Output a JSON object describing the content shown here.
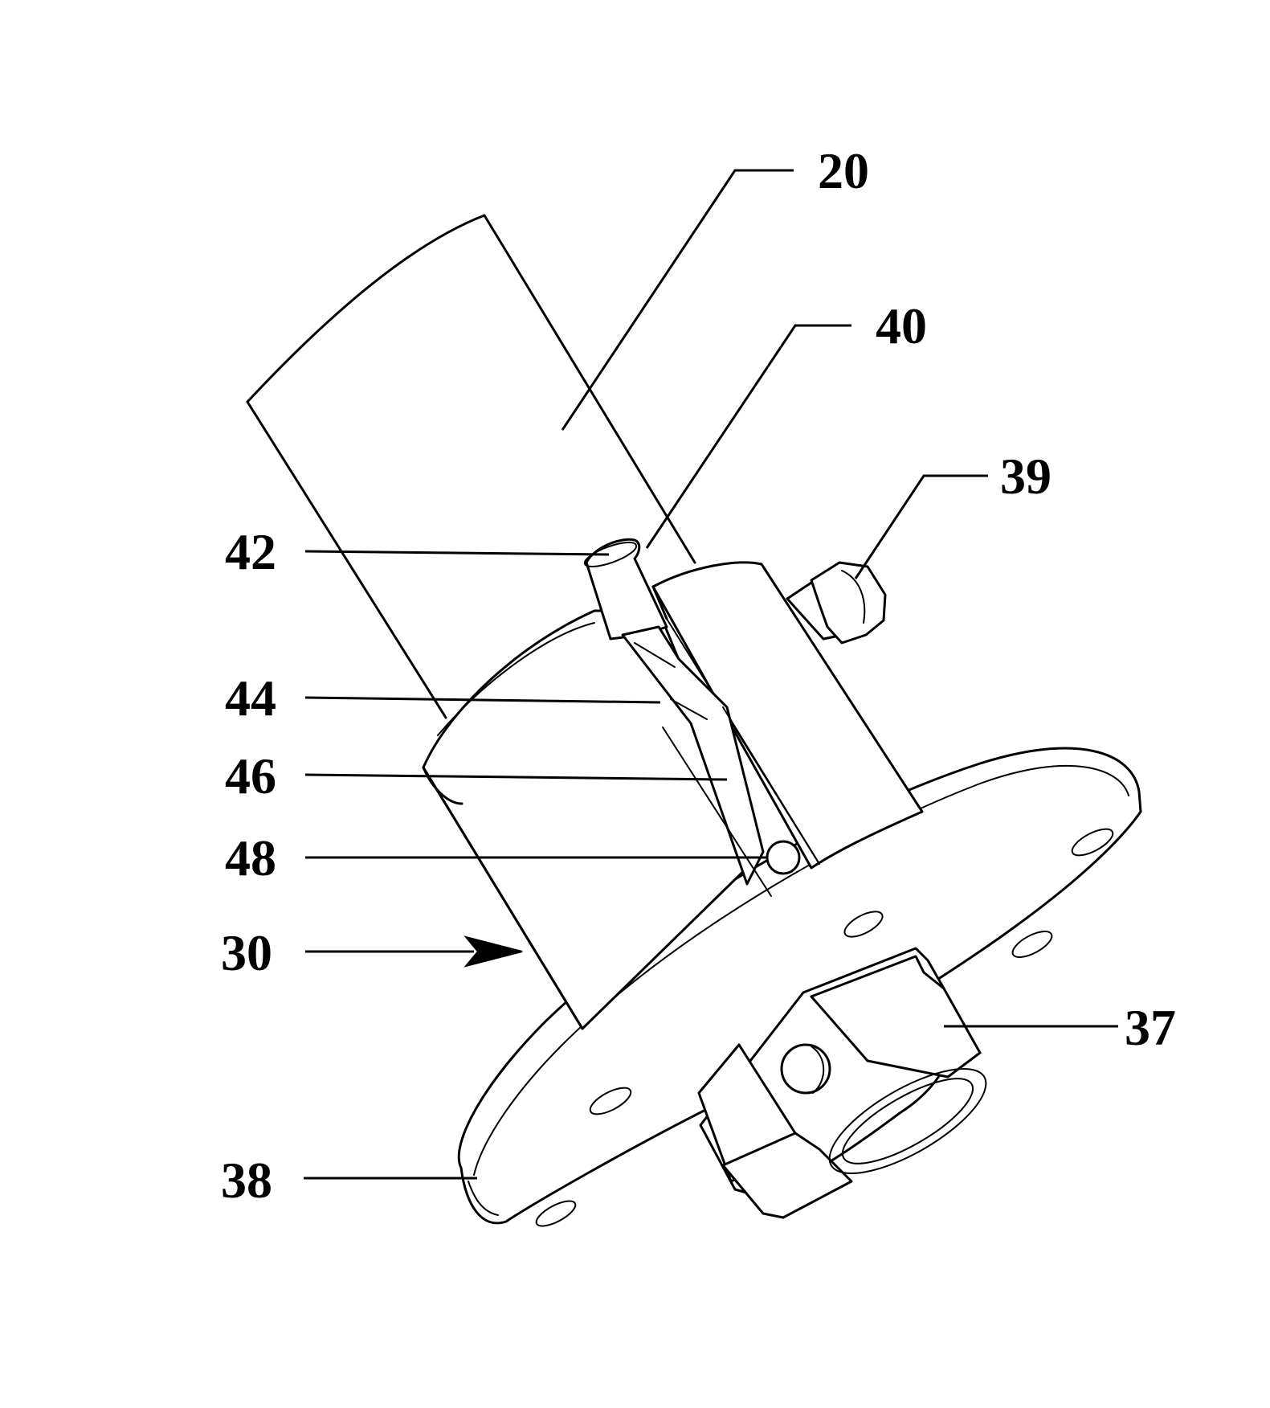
{
  "figure": {
    "labels": {
      "part_20": "20",
      "part_40": "40",
      "part_39": "39",
      "part_42": "42",
      "part_44": "44",
      "part_46": "46",
      "part_48": "48",
      "part_30": "30",
      "part_37": "37",
      "part_38": "38"
    }
  }
}
